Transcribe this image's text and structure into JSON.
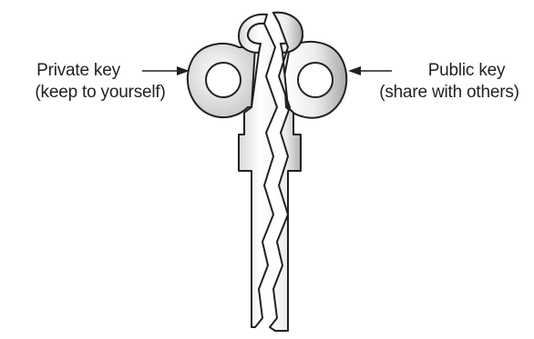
{
  "diagram": {
    "left_label": {
      "line1": "Private key",
      "line2": "(keep to yourself)"
    },
    "right_label": {
      "line1": "Public key",
      "line2": "(share with others)"
    },
    "colors": {
      "outline": "#231f20",
      "fill_light": "#ffffff",
      "fill_dark": "#b9b9b9"
    }
  }
}
